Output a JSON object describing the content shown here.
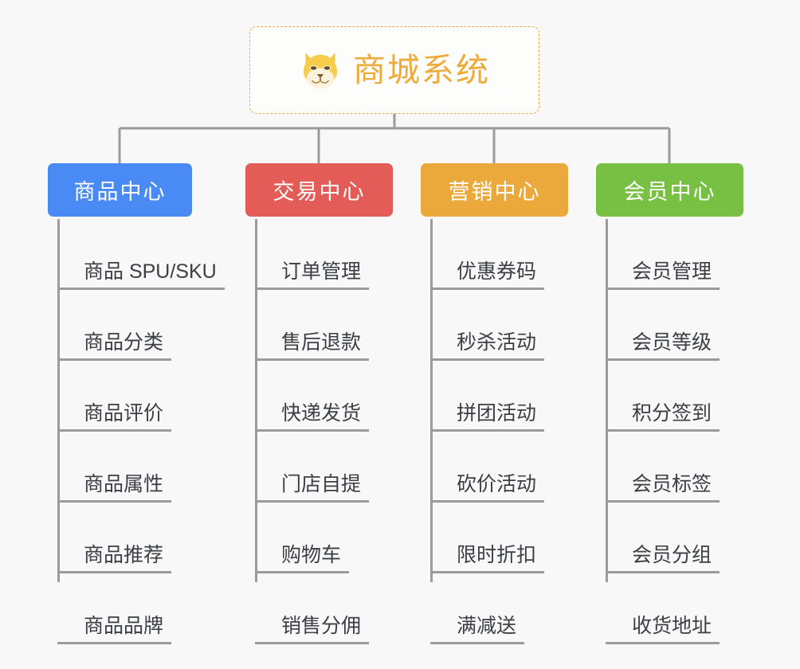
{
  "diagram": {
    "type": "mindmap-tree",
    "background_color": "#f8f8f8",
    "connector_color": "#9b9b9b"
  },
  "root": {
    "title": "商城系统",
    "icon": "shiba-dog-emoji",
    "border_color": "#e9ab3f",
    "text_color": "#eeab3b"
  },
  "branches": [
    {
      "title": "商品中心",
      "color": "#4a8af4",
      "items": [
        "商品 SPU/SKU",
        "商品分类",
        "商品评价",
        "商品属性",
        "商品推荐",
        "商品品牌"
      ]
    },
    {
      "title": "交易中心",
      "color": "#e45c57",
      "items": [
        "订单管理",
        "售后退款",
        "快递发货",
        "门店自提",
        "购物车",
        "销售分佣"
      ]
    },
    {
      "title": "营销中心",
      "color": "#eba93c",
      "items": [
        "优惠券码",
        "秒杀活动",
        "拼团活动",
        "砍价活动",
        "限时折扣",
        "满减送"
      ]
    },
    {
      "title": "会员中心",
      "color": "#78c043",
      "items": [
        "会员管理",
        "会员等级",
        "积分签到",
        "会员标签",
        "会员分组",
        "收货地址"
      ]
    }
  ]
}
